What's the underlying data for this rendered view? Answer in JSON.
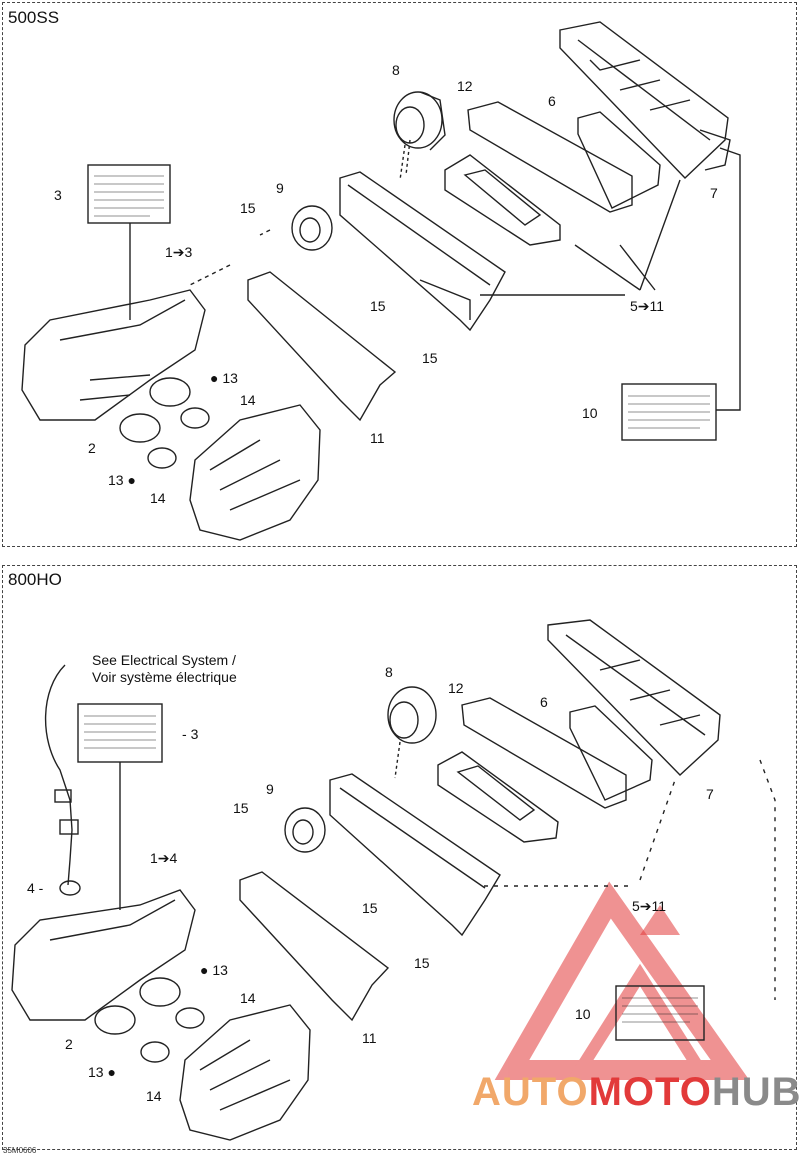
{
  "panels": [
    {
      "title": "500SS",
      "labels": [
        "8",
        "12",
        "6",
        "3",
        "9",
        "15",
        "1➔3",
        "7",
        "15",
        "5➔11",
        "15",
        "10",
        "13",
        "14",
        "2",
        "13",
        "14",
        "11"
      ]
    },
    {
      "title": "800HO",
      "labels": [
        "8",
        "12",
        "6",
        "3",
        "9",
        "15",
        "1➔4",
        "4",
        "7",
        "15",
        "5➔11",
        "15",
        "10",
        "13",
        "14",
        "2",
        "13",
        "14",
        "11"
      ],
      "note_line1": "See Electrical System /",
      "note_line2": "Voir système électrique"
    }
  ],
  "footer_code": "35M0606",
  "watermark": {
    "part1": "AUTO",
    "part2": "MOTO",
    "part3": "HUB"
  },
  "colors": {
    "line": "#222222",
    "watermark_red": "#e23a3a",
    "watermark_orange": "#f1a86a",
    "watermark_gray": "#8a8a8a"
  }
}
